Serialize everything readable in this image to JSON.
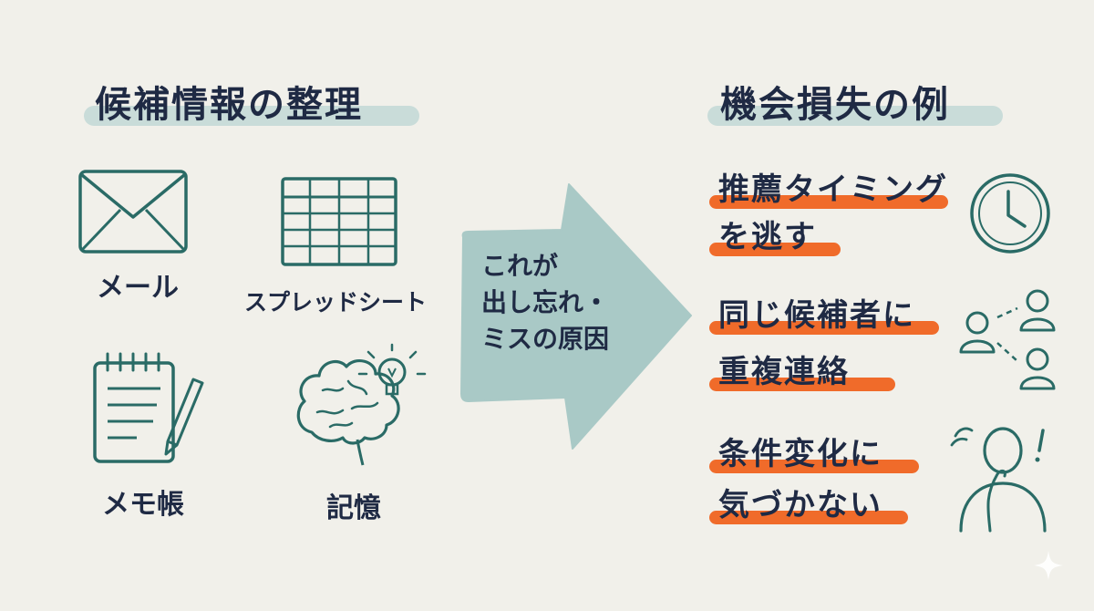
{
  "left": {
    "title": "候補情報の整理",
    "sources": [
      {
        "label": "メール",
        "icon": "envelope-icon"
      },
      {
        "label": "スプレッドシート",
        "icon": "spreadsheet-icon"
      },
      {
        "label": "メモ帳",
        "icon": "notepad-icon"
      },
      {
        "label": "記憶",
        "icon": "brain-icon"
      }
    ]
  },
  "arrow": {
    "lines": [
      "これが",
      "出し忘れ・",
      "ミスの原因"
    ]
  },
  "right": {
    "title": "機会損失の例",
    "examples": [
      {
        "lines": [
          "推薦タイミング",
          "を逃す"
        ],
        "icon": "clock-icon"
      },
      {
        "lines": [
          "同じ候補者に",
          "重複連絡"
        ],
        "icon": "people-icon"
      },
      {
        "lines": [
          "条件変化に",
          "気づかない"
        ],
        "icon": "confused-person-icon"
      }
    ]
  },
  "colors": {
    "background": "#f1f0ea",
    "teal_ink": "#2a6b66",
    "navy_text": "#1f2a44",
    "teal_highlight": "#c9dcd9",
    "orange_highlight": "#f06b2a",
    "arrow_fill": "#a9c9c6"
  }
}
